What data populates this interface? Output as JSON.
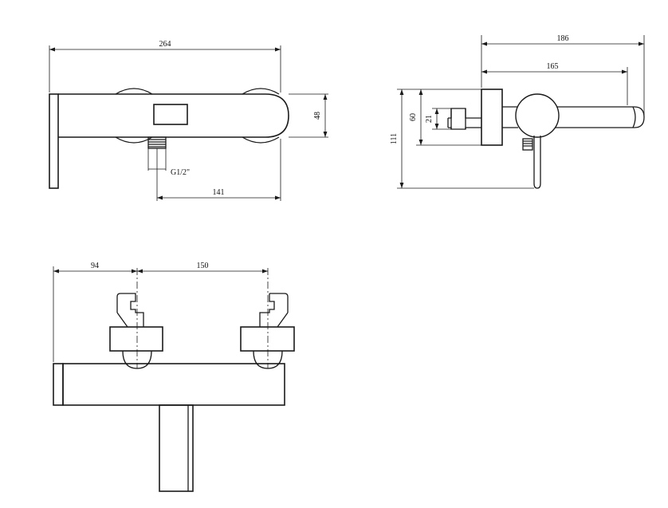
{
  "views": {
    "top": {
      "dim_width": "264",
      "dim_height": "48",
      "dim_inlet_offset": "141",
      "thread_label": "G1/2\""
    },
    "side": {
      "dim_total_depth": "186",
      "dim_lever_depth": "165",
      "dim_total_height": "111",
      "dim_body_height": "60",
      "dim_connector_height": "21"
    },
    "front": {
      "dim_left_offset": "94",
      "dim_inlet_spacing": "150"
    }
  },
  "colors": {
    "line": "#1a1a1a",
    "background": "#ffffff"
  }
}
